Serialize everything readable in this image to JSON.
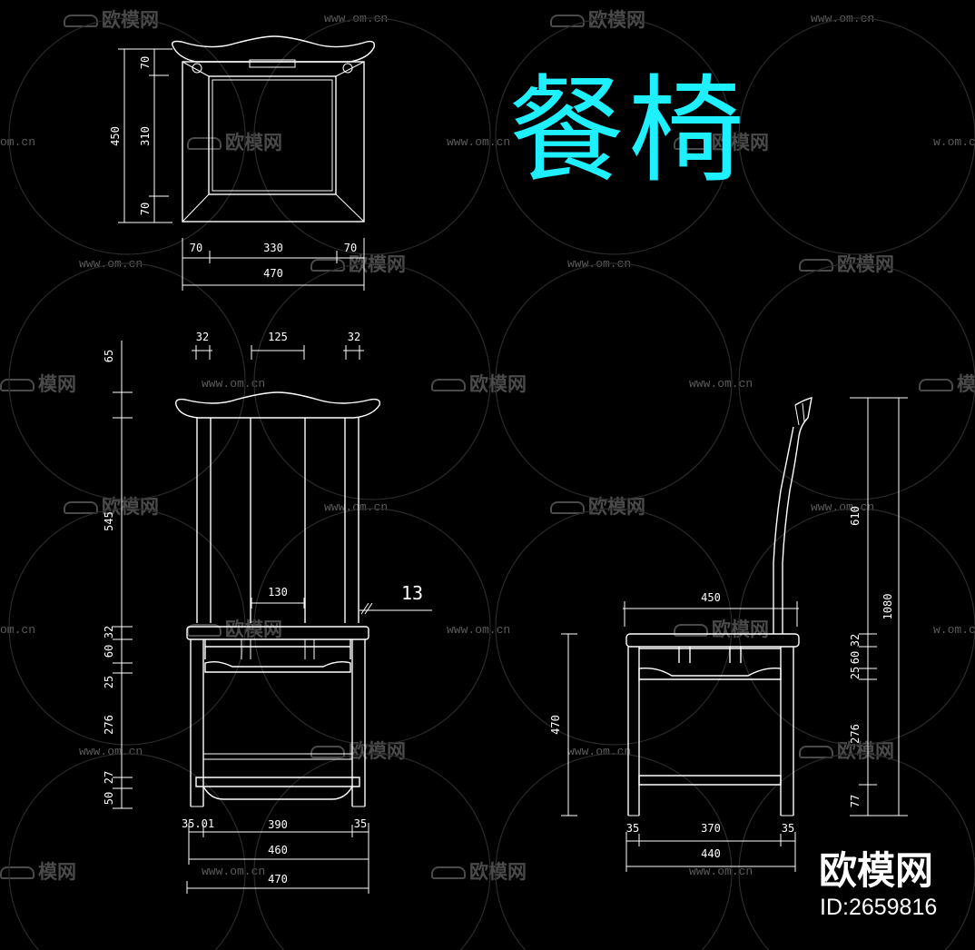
{
  "title": "餐椅",
  "brand": {
    "name": "欧模网",
    "id": "ID:2659816"
  },
  "watermark": {
    "url": "www.om.cn",
    "url_partial": "w.om.cn",
    "url_cut": "om.cn",
    "logo": "欧模网",
    "logo_cut": "模网"
  },
  "colors": {
    "title": "#1ff0ff",
    "lines": "#ffffff",
    "background": "#000000",
    "watermark": "#4a4a4a"
  },
  "top_view": {
    "dims_vertical": {
      "total": "450",
      "top": "70",
      "middle": "310",
      "bottom": "70"
    },
    "dims_horizontal": {
      "left": "70",
      "middle": "330",
      "right": "70",
      "total": "470"
    }
  },
  "front_view": {
    "top_dims": {
      "left": "32",
      "middle": "125",
      "right": "32"
    },
    "left_dims": [
      "65",
      "545",
      "32",
      "60",
      "25",
      "276",
      "27",
      "50"
    ],
    "inner_dims": {
      "splat": "130",
      "leader": "13"
    },
    "bottom_dims": {
      "left": "35.01",
      "middle": "390",
      "right": "35",
      "inner_total": "460",
      "total": "470"
    }
  },
  "side_view": {
    "seat_depth": "450",
    "seat_height": "470",
    "right_dims": [
      "610",
      "32",
      "25",
      "60",
      "276",
      "77"
    ],
    "overall_height": "1080",
    "bottom_dims": {
      "left": "35",
      "middle": "370",
      "right": "35",
      "total": "440"
    }
  }
}
